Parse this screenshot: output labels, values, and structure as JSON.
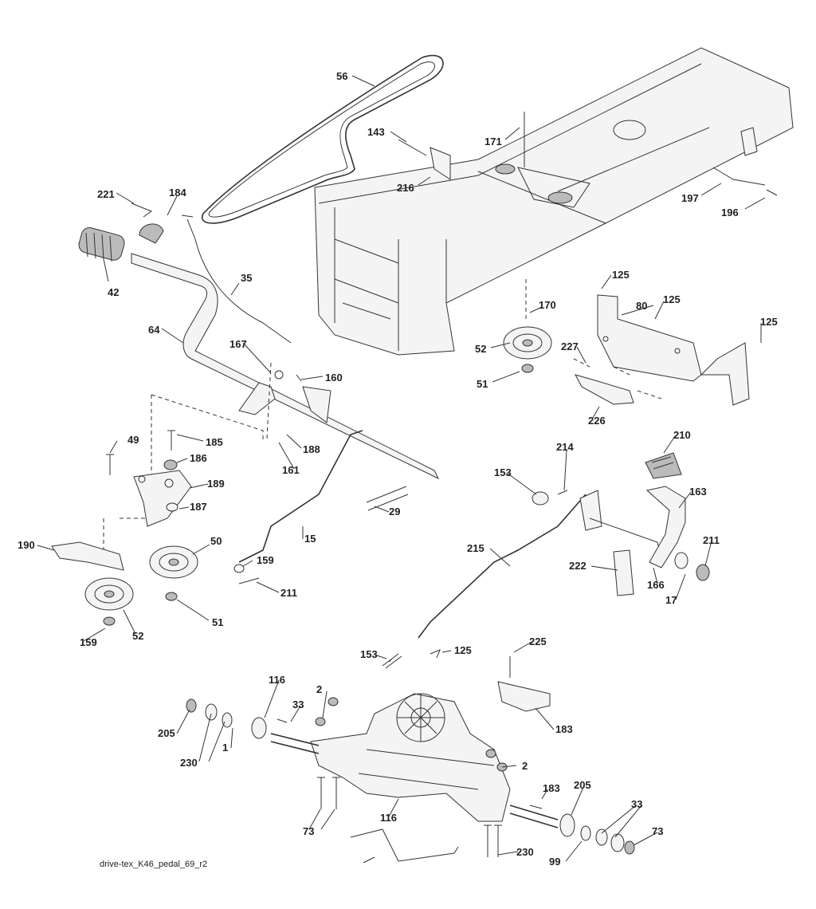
{
  "caption": "drive-tex_K46_pedal_69_r2",
  "labels": [
    "56",
    "143",
    "171",
    "216",
    "197",
    "196",
    "221",
    "184",
    "42",
    "35",
    "64",
    "167",
    "160",
    "170",
    "52",
    "51",
    "125",
    "80",
    "125",
    "125",
    "227",
    "226",
    "49",
    "185",
    "186",
    "189",
    "187",
    "50",
    "190",
    "51",
    "52",
    "159",
    "188",
    "161",
    "29",
    "15",
    "159",
    "211",
    "153",
    "214",
    "210",
    "163",
    "215",
    "222",
    "211",
    "166",
    "17",
    "153",
    "125",
    "225",
    "183",
    "116",
    "2",
    "33",
    "205",
    "230",
    "1",
    "116",
    "2",
    "183",
    "205",
    "33",
    "73",
    "73",
    "230",
    "99"
  ]
}
